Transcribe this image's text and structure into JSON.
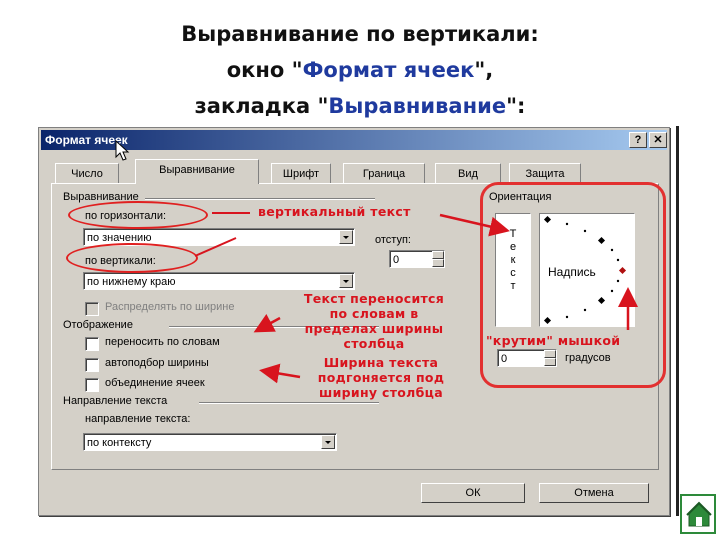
{
  "slide": {
    "title_line1": "Выравнивание по вертикали:",
    "title_line2_pre": "окно \"",
    "title_line2_hl": "Формат ячеек",
    "title_line2_post": "\",",
    "title_line3_pre": "закладка \"",
    "title_line3_hl": "Выравнивание",
    "title_line3_post": "\":"
  },
  "dialog": {
    "title": "Формат ячеек",
    "help_glyph": "?",
    "close_glyph": "✕",
    "tabs": [
      "Число",
      "Выравнивание",
      "Шрифт",
      "Граница",
      "Вид",
      "Защита"
    ],
    "active_tab": "Выравнивание"
  },
  "alignment": {
    "group_label": "Выравнивание",
    "horizontal_label": "по горизонтали:",
    "horizontal_value": "по значению",
    "vertical_label": "по вертикали:",
    "vertical_value": "по нижнему краю",
    "indent_label": "отступ:",
    "indent_value": "0",
    "distribute_label": "Распределять по ширине"
  },
  "display": {
    "group_label": "Отображение",
    "wrap_label": "переносить по словам",
    "autofit_label": "автоподбор ширины",
    "merge_label": "объединение ячеек"
  },
  "direction": {
    "group_label": "Направление текста",
    "field_label": "направление текста:",
    "value": "по контексту"
  },
  "orientation": {
    "group_label": "Ориентация",
    "vertical_letters": [
      "Т",
      "е",
      "к",
      "с",
      "т"
    ],
    "label": "Надпись",
    "degrees_value": "0",
    "degrees_label": "градусов"
  },
  "buttons": {
    "ok": "ОК",
    "cancel": "Отмена"
  },
  "annotations": {
    "vertical_text": "вертикальный текст",
    "wrap_note": "Текст переносится\nпо словам в\nпределах ширины\nстолбца",
    "rotate_note": "\"крутим\" мышкой",
    "autofit_note": "Ширина текста\nподгоняется под\nширину столбца"
  },
  "colors": {
    "annotation": "#d8141e",
    "title_highlight": "#1f3a9e",
    "dialog_bg": "#d4d0c8",
    "titlebar": "#0a246a"
  }
}
